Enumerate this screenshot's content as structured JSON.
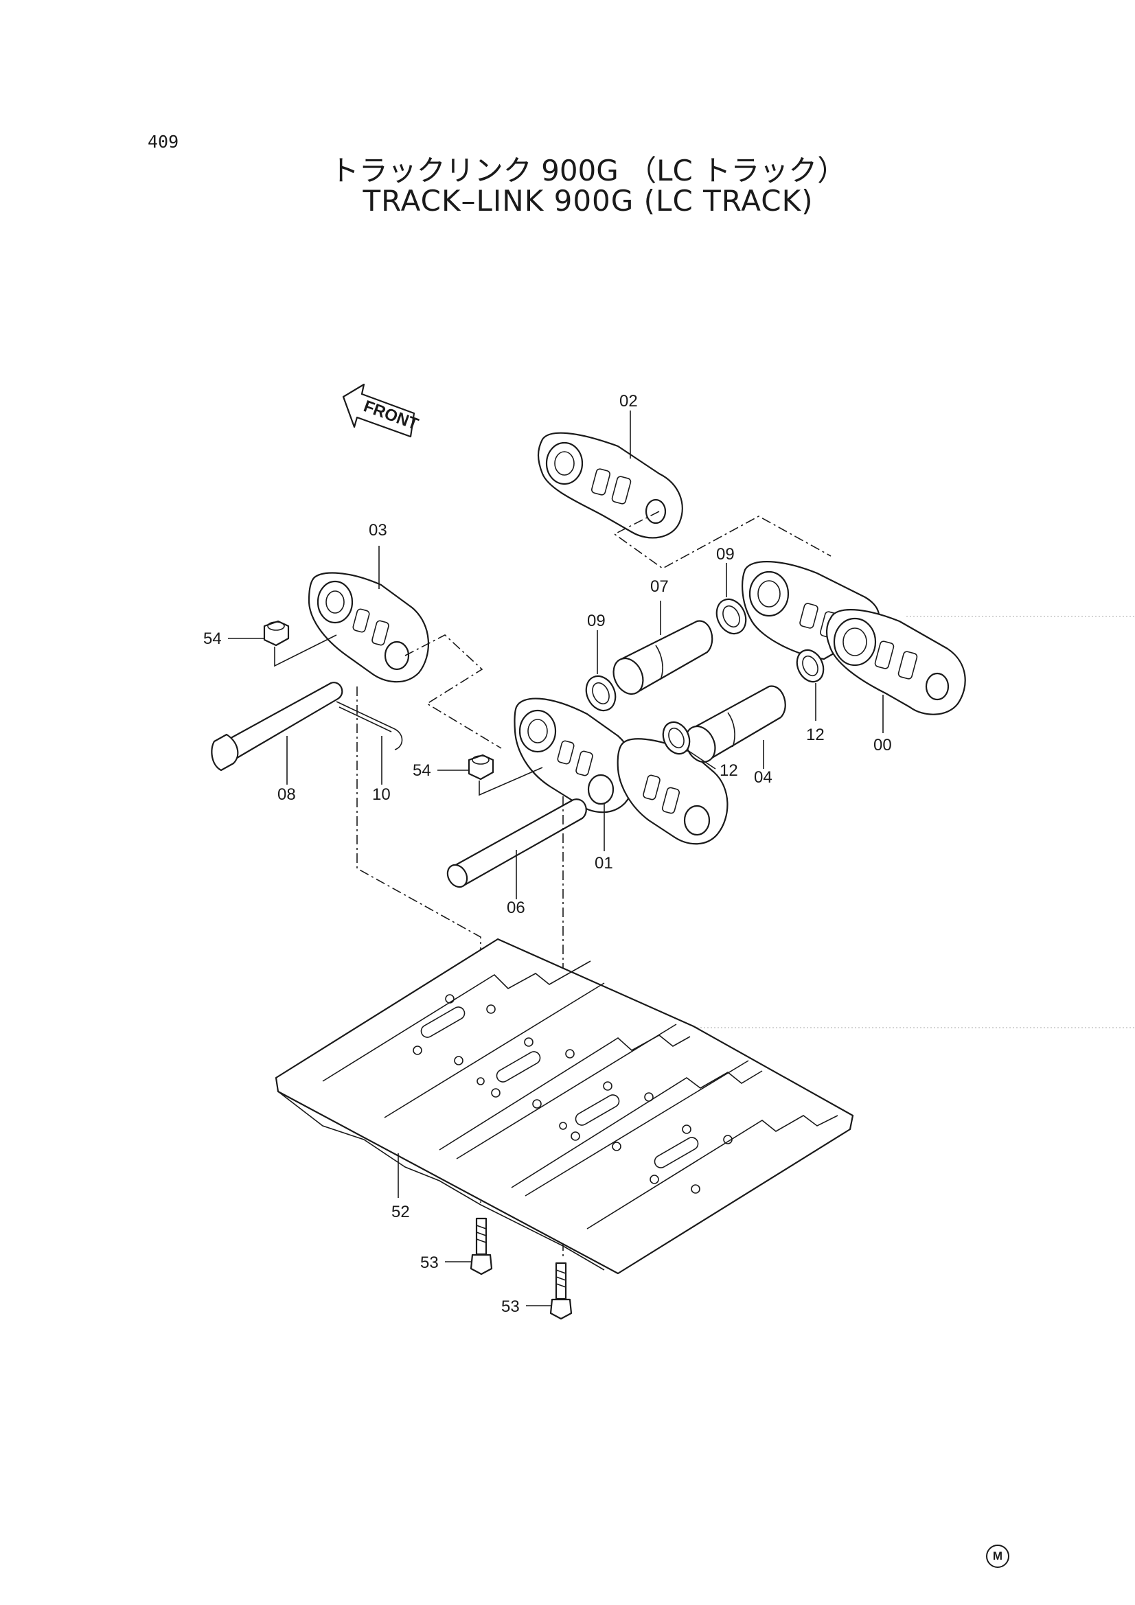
{
  "page_number": "409",
  "title": {
    "japanese": "トラックリンク 900G （LC トラック）",
    "english": "TRACK–LINK 900G (LC TRACK)"
  },
  "front_arrow_label": "FRONT",
  "callouts": {
    "p00": "00",
    "p01": "01",
    "p02": "02",
    "p03": "03",
    "p04": "04",
    "p06": "06",
    "p07": "07",
    "p08": "08",
    "p09a": "09",
    "p09b": "09",
    "p10": "10",
    "p12a": "12",
    "p12b": "12",
    "p52": "52",
    "p53a": "53",
    "p53b": "53",
    "p54a": "54",
    "p54b": "54"
  },
  "corner_mark": "M"
}
